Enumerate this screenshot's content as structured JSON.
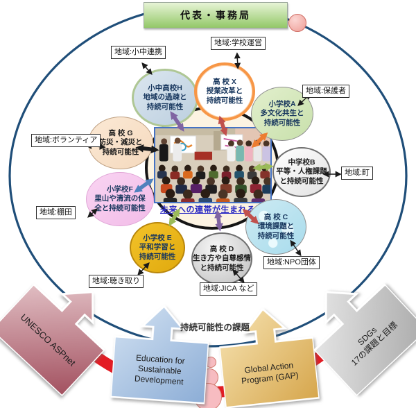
{
  "title_box": {
    "label": "代表・事務局"
  },
  "center": {
    "caption": "未来への連帯が生まれる場"
  },
  "schools": [
    {
      "key": "school-h",
      "lines": [
        "小中高校H",
        "地域の過疎と",
        "持続可能性"
      ]
    },
    {
      "key": "school-x",
      "lines": [
        "高 校 X",
        "授業改革と",
        "持続可能性"
      ]
    },
    {
      "key": "school-a",
      "lines": [
        "小学校A",
        "多文化共生と",
        "持続可能性"
      ]
    },
    {
      "key": "school-b",
      "lines": [
        "中学校B",
        "平等・人権課題",
        "と持続可能性"
      ]
    },
    {
      "key": "school-c",
      "lines": [
        "高 校 C",
        "環境課題と",
        "持続可能性"
      ]
    },
    {
      "key": "school-d",
      "lines": [
        "高 校 D",
        "生き方や自尊感情",
        "と持続可能性"
      ]
    },
    {
      "key": "school-e",
      "lines": [
        "小学校 E",
        "平和学習と",
        "持続可能性"
      ]
    },
    {
      "key": "school-f",
      "lines": [
        "小学校F",
        "里山や清流の保",
        "全と持続可能性"
      ]
    },
    {
      "key": "school-g",
      "lines": [
        "高 校 G",
        "防災・減災と",
        "持続可能性"
      ]
    }
  ],
  "region_labels": {
    "school_management": "地域:学校運営",
    "elementary_junior": "地域:小中連携",
    "guardians": "地域:保護者",
    "town": "地域:町",
    "npo": "地域:NPO団体",
    "jica": "地域:JICA など",
    "interviews": "地域:聴き取り",
    "rice_terraces": "地域:棚田",
    "volunteers": "地域:ボランティア"
  },
  "bottom": {
    "theme": "持続可能性の課題",
    "unesco": "UNESCO ASPnet",
    "esd": [
      "Education for",
      "Sustainable",
      "Development"
    ],
    "gap": [
      "Global Action",
      "Program (GAP)"
    ],
    "sdg": [
      "SDGs",
      "17の課題と目標"
    ]
  },
  "colors": {
    "ring_navy": "#1f4e79",
    "arc_red": "#e31b23",
    "arrow_purple": "#8064a2",
    "arrow_darkred": "#c0504d",
    "arrow_orange": "#ed7d31",
    "arrow_green": "#9bbb59",
    "arrow_blue": "#4f81bd",
    "title_green": "#93c868",
    "hub_cream": "#fcf3e2"
  }
}
